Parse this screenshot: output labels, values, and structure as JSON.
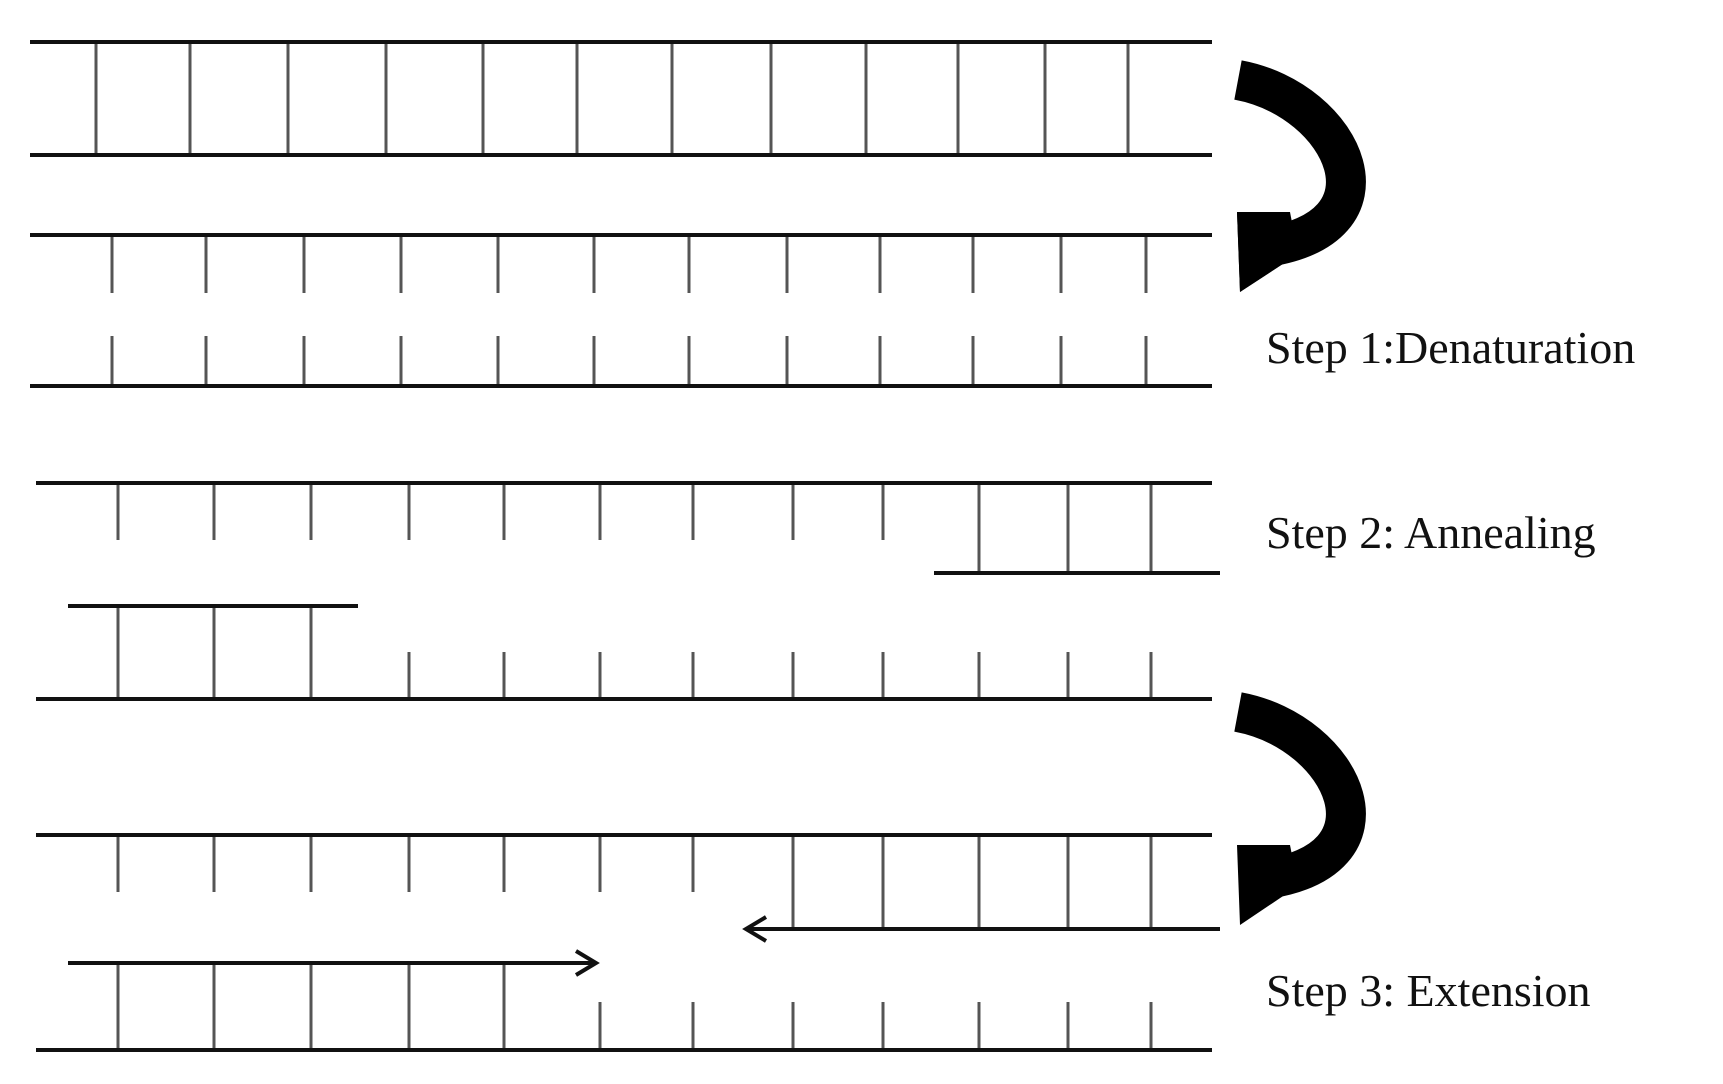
{
  "steps": [
    {
      "label": "Step 1:Denaturation"
    },
    {
      "label": "Step 2: Annealing"
    },
    {
      "label": "Step 3: Extension"
    }
  ],
  "colors": {
    "strand": "#111111",
    "base": "#555555",
    "arrow": "#000000",
    "label": "#111111"
  }
}
